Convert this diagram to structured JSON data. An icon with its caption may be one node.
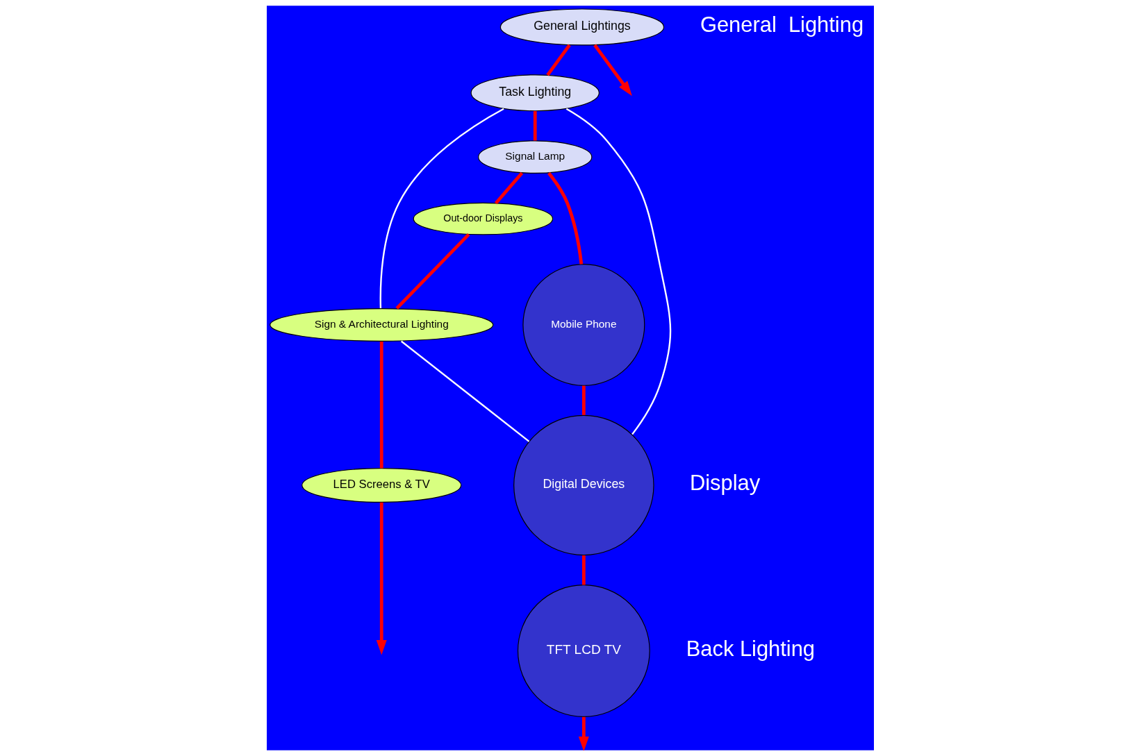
{
  "diagram": {
    "nodes": [
      {
        "text": [
          "General Lightings"
        ]
      },
      {
        "text": [
          "Task Lighting"
        ]
      },
      {
        "text": [
          "Signal Lamp"
        ]
      },
      {
        "text": [
          "Out-door Displays"
        ]
      },
      {
        "text": [
          "Sign & Architectural Lighting"
        ]
      },
      {
        "text": [
          "LED Screens & TV"
        ]
      },
      {
        "text": [
          "Mobile Phone"
        ]
      },
      {
        "text": [
          "Digital Devices"
        ]
      },
      {
        "text": [
          "TFT LCD TV"
        ]
      }
    ],
    "edges": [
      {
        "from": 0,
        "to": null,
        "arrow": "to"
      },
      {
        "from": 0,
        "to": 1,
        "arrow": "none"
      },
      {
        "from": 1,
        "to": 2,
        "arrow": "none"
      },
      {
        "from": 2,
        "to": 3,
        "arrow": "none"
      },
      {
        "from": 2,
        "to": 6,
        "arrow": "none"
      },
      {
        "from": 3,
        "to": 4,
        "arrow": "none"
      },
      {
        "from": 4,
        "to": 5,
        "arrow": "none"
      },
      {
        "from": 5,
        "to": null,
        "arrow": "to"
      },
      {
        "from": 6,
        "to": 7,
        "arrow": "none"
      },
      {
        "from": 7,
        "to": 8,
        "arrow": "none"
      },
      {
        "from": 8,
        "to": null,
        "arrow": "to"
      },
      {
        "from": 1,
        "to": 4,
        "arrow": "none",
        "color": "#ffffff"
      },
      {
        "from": 1,
        "to": 7,
        "arrow": "none",
        "color": "#ffffff"
      },
      {
        "from": 4,
        "to": 7,
        "arrow": "none",
        "color": "#ffffff"
      }
    ],
    "labels": [
      "General  Lighting",
      "Display",
      "Back Lighting"
    ]
  }
}
